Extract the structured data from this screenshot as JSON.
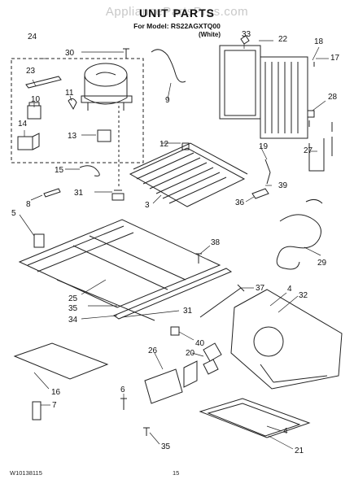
{
  "header": {
    "watermark": "AppliancePartsPros.com",
    "title": "UNIT PARTS",
    "model_line": "For Model: RS22AGXTQ00",
    "color_line": "(White)"
  },
  "footer": {
    "doc_number": "W10138115",
    "page_number": "15"
  },
  "callouts": {
    "c3": "3",
    "c4a": "4",
    "c4b": "4",
    "c5": "5",
    "c6": "6",
    "c7": "7",
    "c8": "8",
    "c9": "9",
    "c10": "10",
    "c11": "11",
    "c12": "12",
    "c13": "13",
    "c14": "14",
    "c15": "15",
    "c16": "16",
    "c17": "17",
    "c18": "18",
    "c19": "19",
    "c20": "20",
    "c21": "21",
    "c22": "22",
    "c23": "23",
    "c24": "24",
    "c25": "25",
    "c26": "26",
    "c27": "27",
    "c28": "28",
    "c29": "29",
    "c30": "30",
    "c31a": "31",
    "c31b": "31",
    "c32": "32",
    "c33": "33",
    "c34": "34",
    "c35a": "35",
    "c35b": "35",
    "c36": "36",
    "c37": "37",
    "c38": "38",
    "c39": "39",
    "c40": "40"
  }
}
